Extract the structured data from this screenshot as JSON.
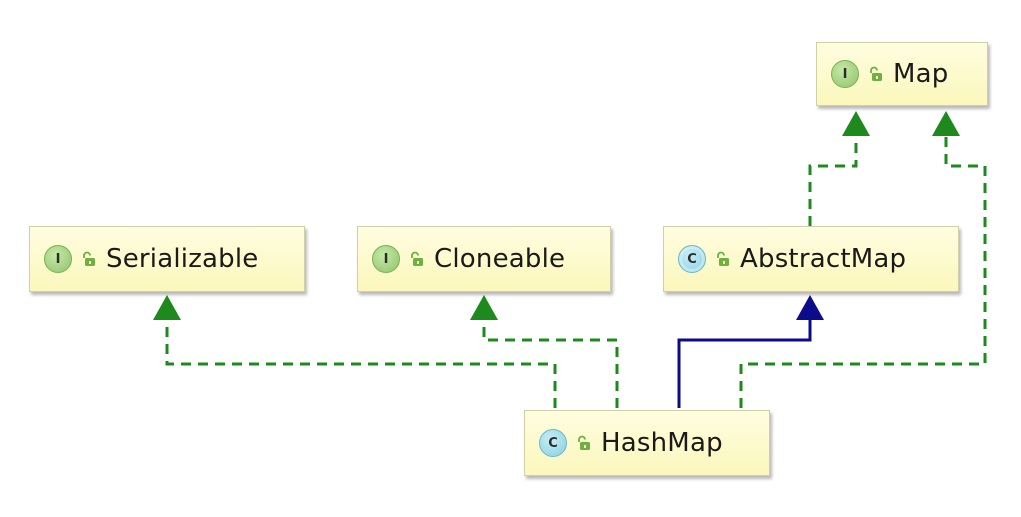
{
  "diagram": {
    "nodes": [
      {
        "id": "map",
        "kind": "interface",
        "kind_letter": "I",
        "label": "Map"
      },
      {
        "id": "serializable",
        "kind": "interface",
        "kind_letter": "I",
        "label": "Serializable"
      },
      {
        "id": "cloneable",
        "kind": "interface",
        "kind_letter": "I",
        "label": "Cloneable"
      },
      {
        "id": "abstractmap",
        "kind": "abstract-class",
        "kind_letter": "C",
        "label": "AbstractMap"
      },
      {
        "id": "hashmap",
        "kind": "class",
        "kind_letter": "C",
        "label": "HashMap"
      }
    ],
    "edges": [
      {
        "from": "hashmap",
        "to": "serializable",
        "relation": "implements",
        "style": "dashed",
        "color": "#1e8a1e"
      },
      {
        "from": "hashmap",
        "to": "cloneable",
        "relation": "implements",
        "style": "dashed",
        "color": "#1e8a1e"
      },
      {
        "from": "hashmap",
        "to": "abstractmap",
        "relation": "extends",
        "style": "solid",
        "color": "#0b0b8c"
      },
      {
        "from": "hashmap",
        "to": "map",
        "relation": "implements",
        "style": "dashed",
        "color": "#1e8a1e"
      },
      {
        "from": "abstractmap",
        "to": "map",
        "relation": "implements",
        "style": "dashed",
        "color": "#1e8a1e"
      }
    ],
    "icons": {
      "interface": "interface-icon",
      "class": "class-icon",
      "abstract_class": "abstract-class-icon",
      "visibility": "unlocked-padlock-icon"
    },
    "colors": {
      "node_fill": "#fbf7bc",
      "node_border": "#cfcfa8",
      "interface_badge": "#8fc46a",
      "class_badge": "#86cfe0",
      "lock": "#6fb043"
    }
  }
}
